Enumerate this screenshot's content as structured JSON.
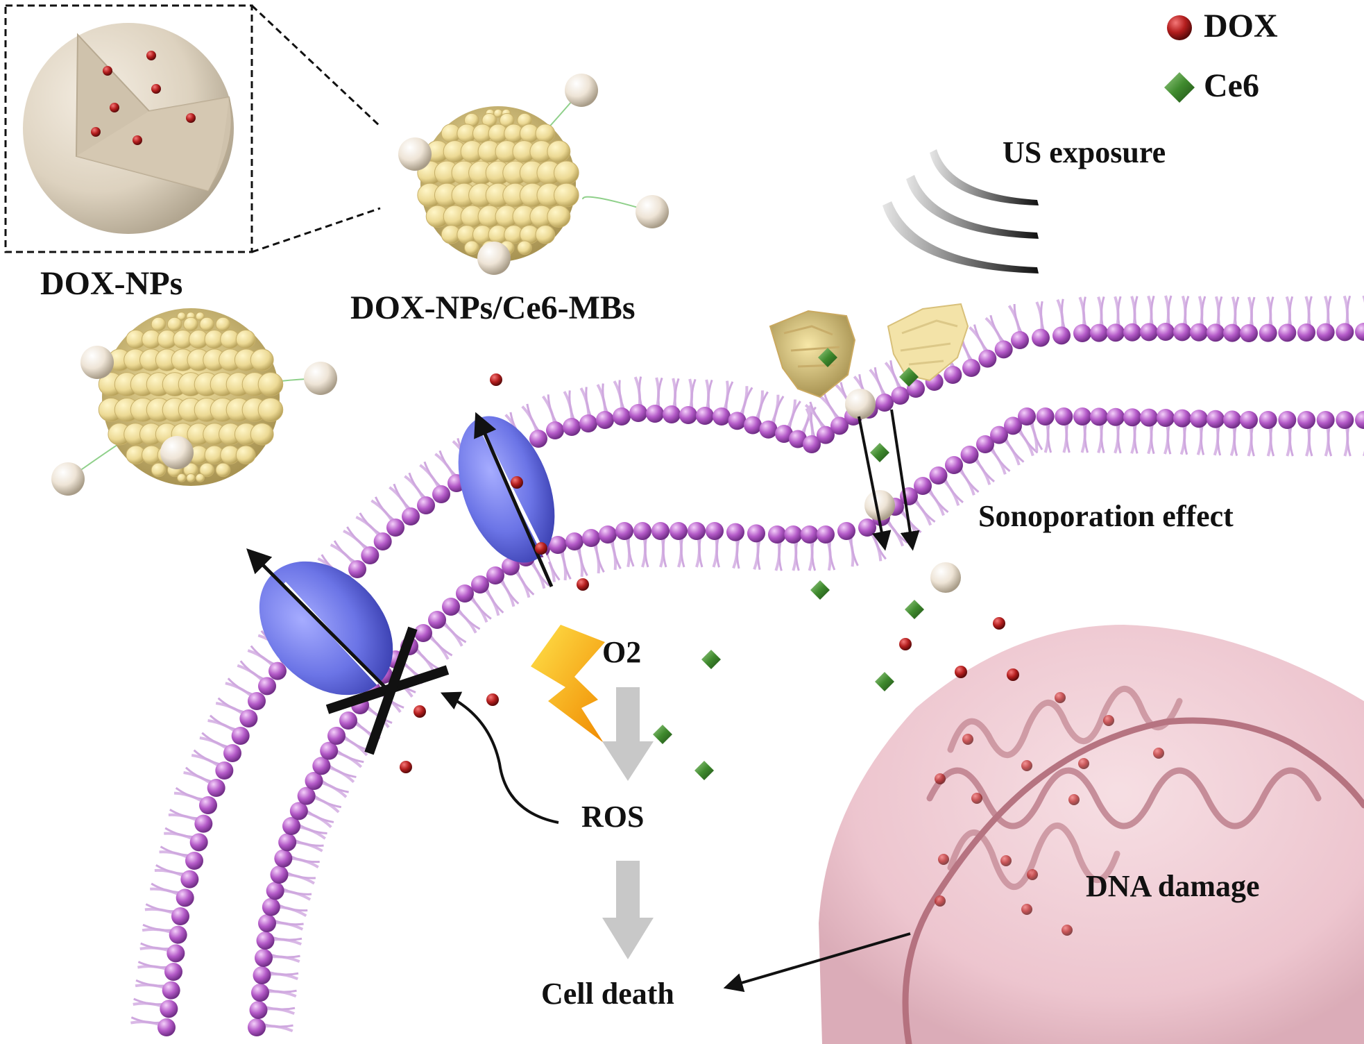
{
  "legend": {
    "dox": "DOX",
    "ce6": "Ce6"
  },
  "labels": {
    "dox_nps": "DOX-NPs",
    "dox_nps_ce6_mbs": "DOX-NPs/Ce6-MBs",
    "us_exposure": "US exposure",
    "sonoporation": "Sonoporation effect",
    "o2": "O2",
    "ros": "ROS",
    "cell_death": "Cell death",
    "dna_damage": "DNA damage"
  },
  "colors": {
    "dox": "#b41e1e",
    "ce6": "#3f8a2e",
    "lipid_head": "#b45ac8",
    "lipid_tail": "#d9b8e6",
    "transporter": "#6b74e6",
    "microbubble": "#eedc96",
    "nanoparticle": "#e8ddcc",
    "nucleus": "#f2cdd5",
    "dna": "#b06a78",
    "lightning": "#f6b318"
  }
}
